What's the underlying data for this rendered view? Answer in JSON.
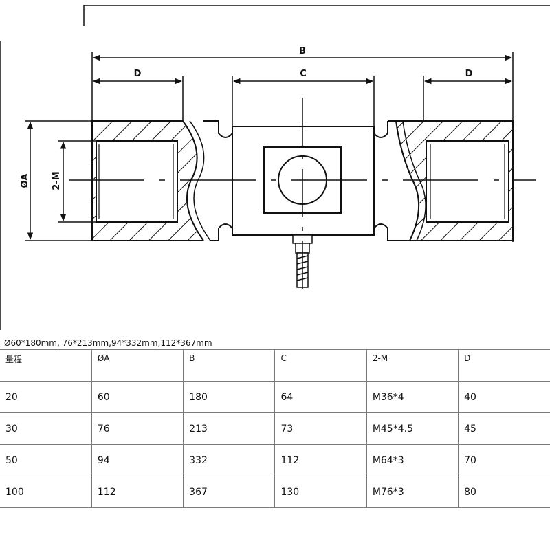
{
  "drawing": {
    "labels": {
      "B": "B",
      "C": "C",
      "D_left": "D",
      "D_right": "D",
      "A": "ØA",
      "M": "2-M"
    }
  },
  "caption": "Ø60*180mm, 76*213mm,94*332mm,112*367mm",
  "table": {
    "headers": [
      "量程",
      "ØA",
      "B",
      "C",
      "2-M",
      "D"
    ],
    "rows": [
      [
        "20",
        "60",
        "180",
        "64",
        "M36*4",
        "40"
      ],
      [
        "30",
        "76",
        "213",
        "73",
        "M45*4.5",
        "45"
      ],
      [
        "50",
        "94",
        "332",
        "112",
        "M64*3",
        "70"
      ],
      [
        "100",
        "112",
        "367",
        "130",
        "M76*3",
        "80"
      ]
    ]
  }
}
